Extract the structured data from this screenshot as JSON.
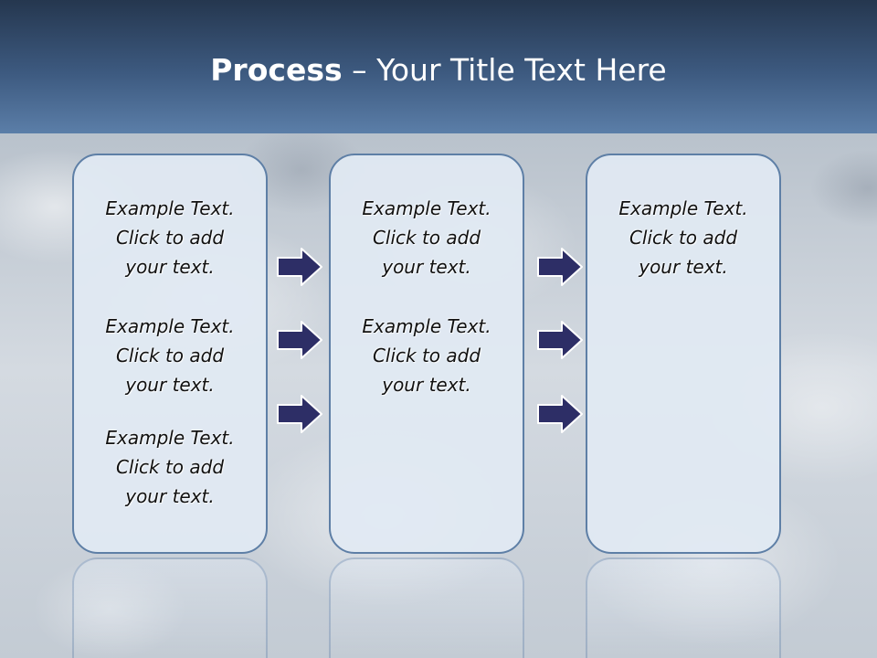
{
  "title": {
    "bold": "Process",
    "rest": " – Your Title Text Here"
  },
  "colors": {
    "header_dark": "#25374f",
    "header_light": "#5b7ea8",
    "box_border": "#5e7fa6",
    "box_fill": "#e1e9f3",
    "arrow_fill": "#2d2e66"
  },
  "columns": [
    {
      "blocks": [
        {
          "line1": "Example Text.",
          "line2": "Click  to add",
          "line3": "your text."
        },
        {
          "line1": "Example Text.",
          "line2": "Click  to add",
          "line3": "your text."
        },
        {
          "line1": "Example Text.",
          "line2": "Click  to add",
          "line3": "your text."
        }
      ]
    },
    {
      "blocks": [
        {
          "line1": "Example Text.",
          "line2": "Click  to add",
          "line3": "your text."
        },
        {
          "line1": "Example Text.",
          "line2": "Click  to add",
          "line3": "your text."
        }
      ]
    },
    {
      "blocks": [
        {
          "line1": "Example Text.",
          "line2": "Click  to add",
          "line3": "your text."
        }
      ]
    }
  ],
  "arrows": {
    "icon": "right-arrow-icon"
  }
}
